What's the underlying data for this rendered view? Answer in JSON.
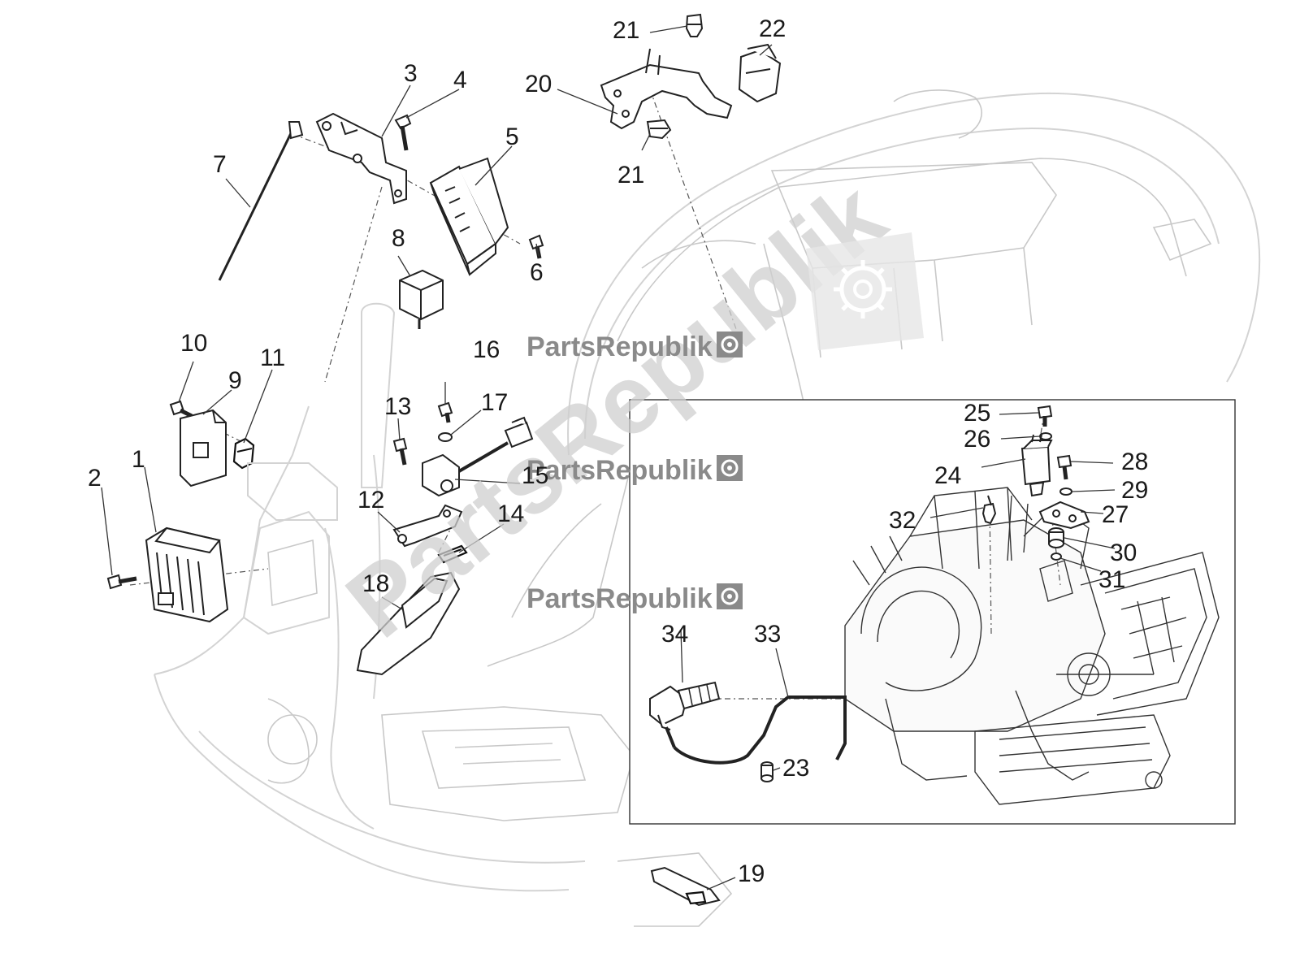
{
  "watermark": {
    "brand": "PartsRepublik"
  },
  "callouts": [
    {
      "id": "1",
      "label": "1"
    },
    {
      "id": "2",
      "label": "2"
    },
    {
      "id": "3",
      "label": "3"
    },
    {
      "id": "4",
      "label": "4"
    },
    {
      "id": "5",
      "label": "5"
    },
    {
      "id": "6",
      "label": "6"
    },
    {
      "id": "7",
      "label": "7"
    },
    {
      "id": "8",
      "label": "8"
    },
    {
      "id": "9",
      "label": "9"
    },
    {
      "id": "10",
      "label": "10"
    },
    {
      "id": "11",
      "label": "11"
    },
    {
      "id": "12",
      "label": "12"
    },
    {
      "id": "13",
      "label": "13"
    },
    {
      "id": "14",
      "label": "14"
    },
    {
      "id": "15",
      "label": "15"
    },
    {
      "id": "16",
      "label": "16"
    },
    {
      "id": "17",
      "label": "17"
    },
    {
      "id": "18",
      "label": "18"
    },
    {
      "id": "19",
      "label": "19"
    },
    {
      "id": "20",
      "label": "20"
    },
    {
      "id": "21a",
      "label": "21"
    },
    {
      "id": "21b",
      "label": "21"
    },
    {
      "id": "22",
      "label": "22"
    },
    {
      "id": "23",
      "label": "23"
    },
    {
      "id": "24",
      "label": "24"
    },
    {
      "id": "25",
      "label": "25"
    },
    {
      "id": "26",
      "label": "26"
    },
    {
      "id": "27",
      "label": "27"
    },
    {
      "id": "28",
      "label": "28"
    },
    {
      "id": "29",
      "label": "29"
    },
    {
      "id": "30",
      "label": "30"
    },
    {
      "id": "31",
      "label": "31"
    },
    {
      "id": "32",
      "label": "32"
    },
    {
      "id": "33",
      "label": "33"
    },
    {
      "id": "34",
      "label": "34"
    }
  ],
  "colors": {
    "ink": "#1a1a1a",
    "body_outline": "#d3d3d3",
    "watermark_small": "#8a8a8a",
    "watermark_big": "#cfcfcf"
  }
}
